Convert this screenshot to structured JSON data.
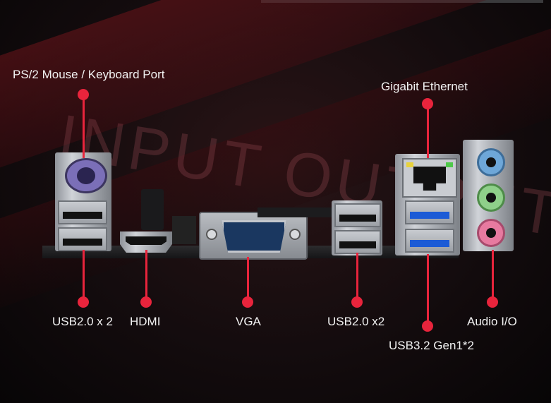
{
  "watermark": "INPUT OUTPUT",
  "labels": {
    "ps2": "PS/2 Mouse / Keyboard Port",
    "ethernet": "Gigabit Ethernet",
    "usb2_left": "USB2.0 x 2",
    "hdmi": "HDMI",
    "vga": "VGA",
    "usb2_mid": "USB2.0 x2",
    "usb32": "USB3.2 Gen1*2",
    "audio": "Audio I/O"
  },
  "colors": {
    "accent": "#e8243c",
    "ps2_port": "#7b6fb8",
    "usb3": "#1c5bd6",
    "audio_blue": "#6ea7d8",
    "audio_green": "#8fd08a",
    "audio_pink": "#e77aa0",
    "lan_led_yellow": "#e8d23c",
    "lan_led_green": "#4fc94a"
  },
  "icons": [
    "ps2-port-icon",
    "usb-port-icon",
    "hdmi-port-icon",
    "vga-port-icon",
    "rj45-port-icon",
    "audio-jack-icon"
  ]
}
